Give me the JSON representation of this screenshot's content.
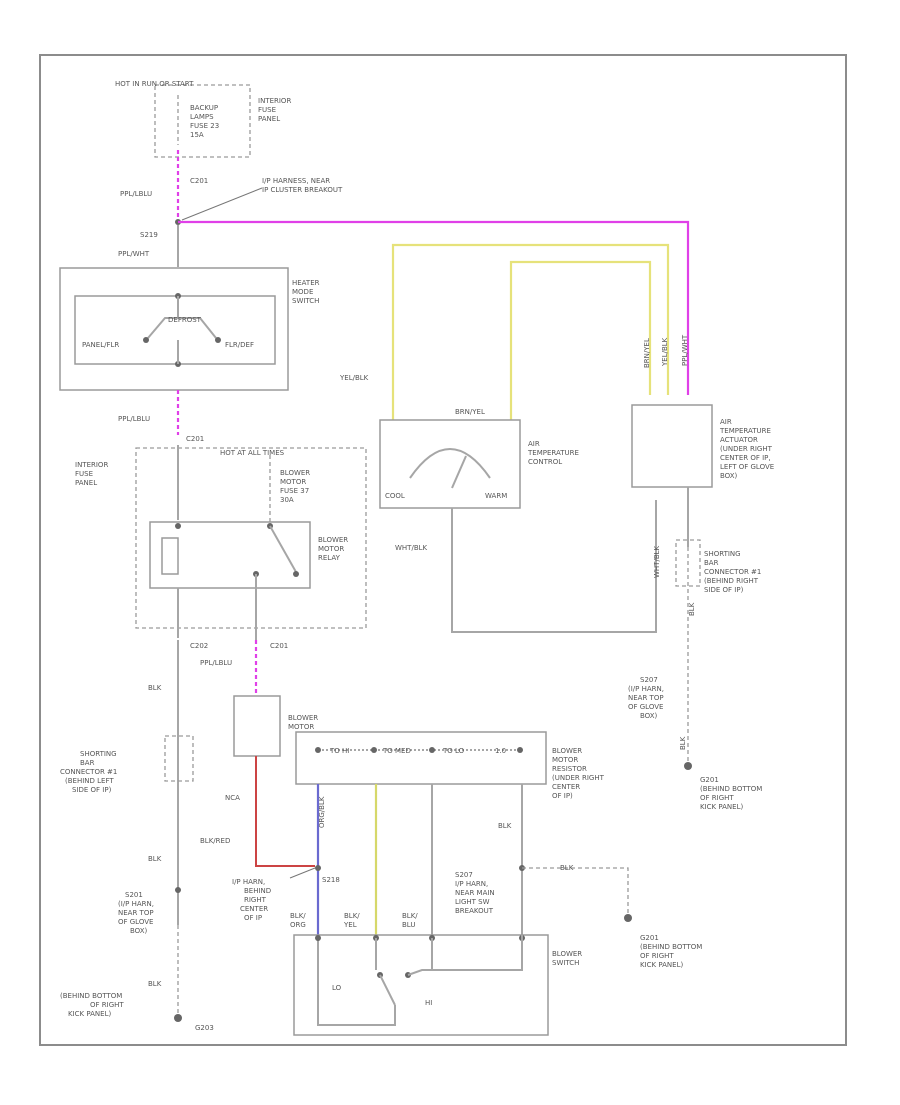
{
  "labels": {
    "hot_in": "HOT IN RUN OR START",
    "backup_fuse": [
      "BACKUP",
      "LAMPS",
      "FUSE 23",
      "15A"
    ],
    "interior_fuse_panel_top": [
      "INTERIOR",
      "FUSE",
      "PANEL"
    ],
    "c201": "C201",
    "ppl_lbl": "PPL/LBLU",
    "ip_harness_near": [
      "I/P HARNESS, NEAR",
      "IP CLUSTER BREAKOUT"
    ],
    "s219": "S219",
    "ppl_wht": "PPL/WHT",
    "heater_mode_switch": [
      "HEATER",
      "MODE",
      "SWITCH"
    ],
    "panel_floor": "PANEL/FLR",
    "defrost": "DEFROST",
    "floor_def": "FLR/DEF",
    "ppl_lblu_2": "PPL/LBLU",
    "c201_2": "C201",
    "hot_at_all_times": "HOT AT ALL TIMES",
    "interior_fuse_panel": [
      "INTERIOR",
      "FUSE",
      "PANEL"
    ],
    "blower_motor_fuse": [
      "BLOWER",
      "MOTOR",
      "FUSE 37",
      "30A"
    ],
    "blower_motor_relay": [
      "BLOWER",
      "MOTOR",
      "RELAY"
    ],
    "c202": "C202",
    "c201_3": "C201",
    "ppl_lblu_3": "PPL/LBLU",
    "blk_1": "BLK",
    "blower_motor": [
      "BLOWER",
      "MOTOR"
    ],
    "shorting_bar_left": [
      "SHORTING",
      "BAR",
      "CONNECTOR #1",
      "(BEHIND LEFT",
      "SIDE OF IP)"
    ],
    "nca": "NCA",
    "blk_red": "BLK/RED",
    "blk_2": "BLK",
    "s201_left": [
      "S201",
      "(I/P HARN,",
      "NEAR TOP",
      "OF GLOVE",
      "BOX)"
    ],
    "blk_3": "BLK",
    "g200": [
      "(BEHIND BOTTOM",
      "OF RIGHT",
      "KICK PANEL)"
    ],
    "g203": "G203",
    "yel_blk": "YEL/BLK",
    "brn_yel": "BRN/YEL",
    "air_temp_control": [
      "AIR",
      "TEMPERATURE",
      "CONTROL"
    ],
    "cool": "COOL",
    "warm": "WARM",
    "wht_blk": "WHT/BLK",
    "air_temp_actuator": [
      "AIR",
      "TEMPERATURE",
      "ACTUATOR",
      "(UNDER RIGHT",
      "CENTER OF IP,",
      "LEFT OF GLOVE",
      "BOX)"
    ],
    "actuator_wires": [
      "BRN/YEL",
      "YEL/BLK",
      "PPL/WHT"
    ],
    "wht_blk_2": "WHT/BLK",
    "blk_4": "BLK",
    "shorting_bar_right": [
      "SHORTING",
      "BAR",
      "CONNECTOR #1",
      "(BEHIND RIGHT",
      "SIDE OF IP)"
    ],
    "s207": [
      "S207",
      "(I/P HARN,",
      "NEAR TOP",
      "OF GLOVE",
      "BOX)"
    ],
    "blk_5": "BLK",
    "g201_right": [
      "G201",
      "(BEHIND BOTTOM",
      "OF RIGHT",
      "KICK PANEL)"
    ],
    "resistor_taps": [
      "TO HI",
      "TO MED",
      "TO LO",
      "1.0"
    ],
    "blower_motor_resistor": [
      "BLOWER",
      "MOTOR",
      "RESISTOR",
      "(UNDER RIGHT",
      "CENTER",
      "OF IP)"
    ],
    "blk_6": "BLK",
    "s218": "S218",
    "ip_harn_behind": [
      "I/P HARN,",
      "BEHIND",
      "RIGHT",
      "CENTER",
      "OF IP"
    ],
    "org_blk": "ORG/BLK",
    "s207_2": [
      "S207",
      "I/P HARN,",
      "NEAR MAIN",
      "LIGHT SW",
      "BREAKOUT"
    ],
    "blk_sw": [
      "BLK/",
      "ORG",
      "BLK/",
      "YEL",
      "BLK/",
      "BLU"
    ],
    "blk_7": "BLK",
    "g201_bottom": [
      "G201",
      "(BEHIND BOTTOM",
      "OF RIGHT",
      "KICK PANEL)"
    ],
    "blower_switch": [
      "BLOWER",
      "SWITCH"
    ],
    "lo": "LO",
    "hi": "HI",
    "wire_color_pink": "#e040e8",
    "wire_color_yellow": "#e6e27a"
  }
}
